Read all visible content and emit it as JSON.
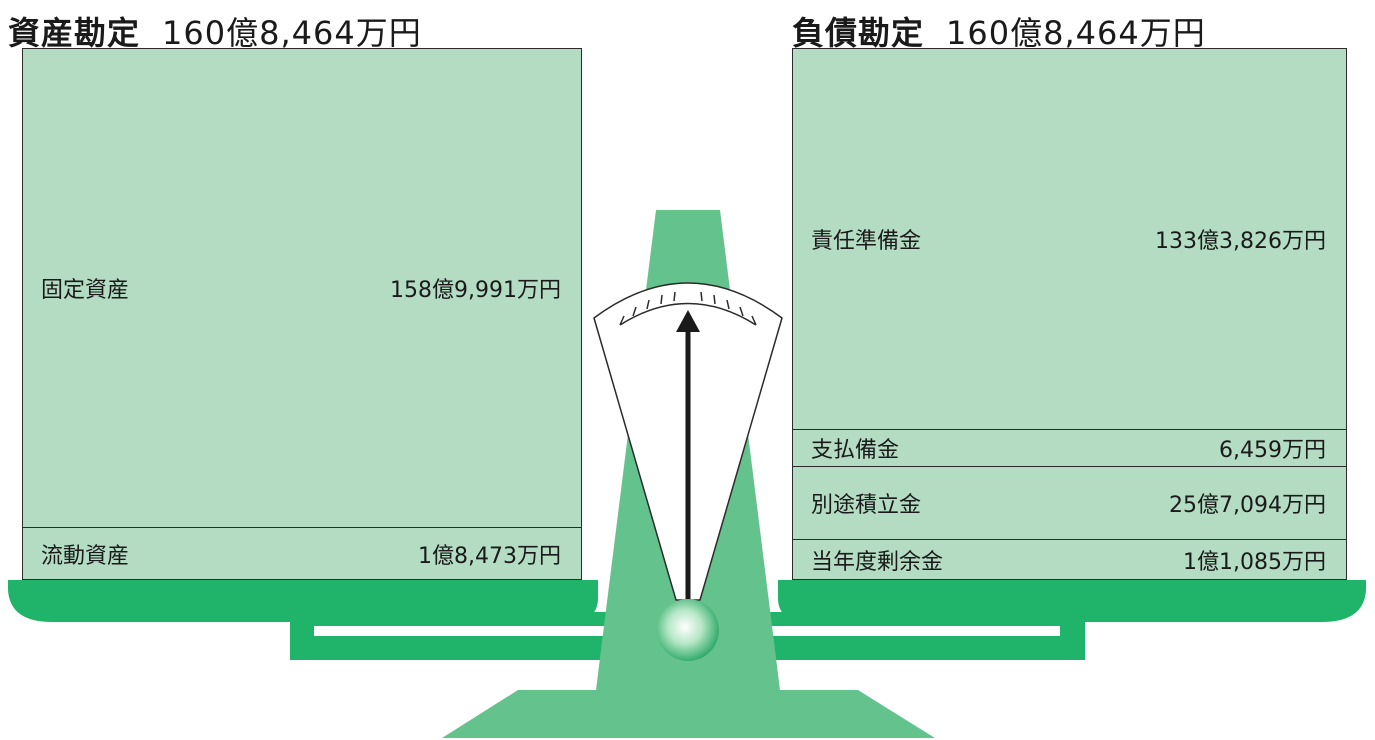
{
  "assets": {
    "heading_label": "資産勘定",
    "heading_amount": "160億8,464万円",
    "items": [
      {
        "label": "固定資産",
        "value": "158億9,991万円"
      },
      {
        "label": "流動資産",
        "value": "1億8,473万円"
      }
    ]
  },
  "liabilities": {
    "heading_label": "負債勘定",
    "heading_amount": "160億8,464万円",
    "items": [
      {
        "label": "責任準備金",
        "value": "133億3,826万円"
      },
      {
        "label": "支払備金",
        "value": "6,459万円"
      },
      {
        "label": "別途積立金",
        "value": "25億7,094万円"
      },
      {
        "label": "当年度剰余金",
        "value": "1億1,085万円"
      }
    ]
  },
  "colors": {
    "panel_fill": "#b3dcc3",
    "pan_green": "#20b46a",
    "stand_green": "#64c28d",
    "outline": "#2b2b2b"
  }
}
